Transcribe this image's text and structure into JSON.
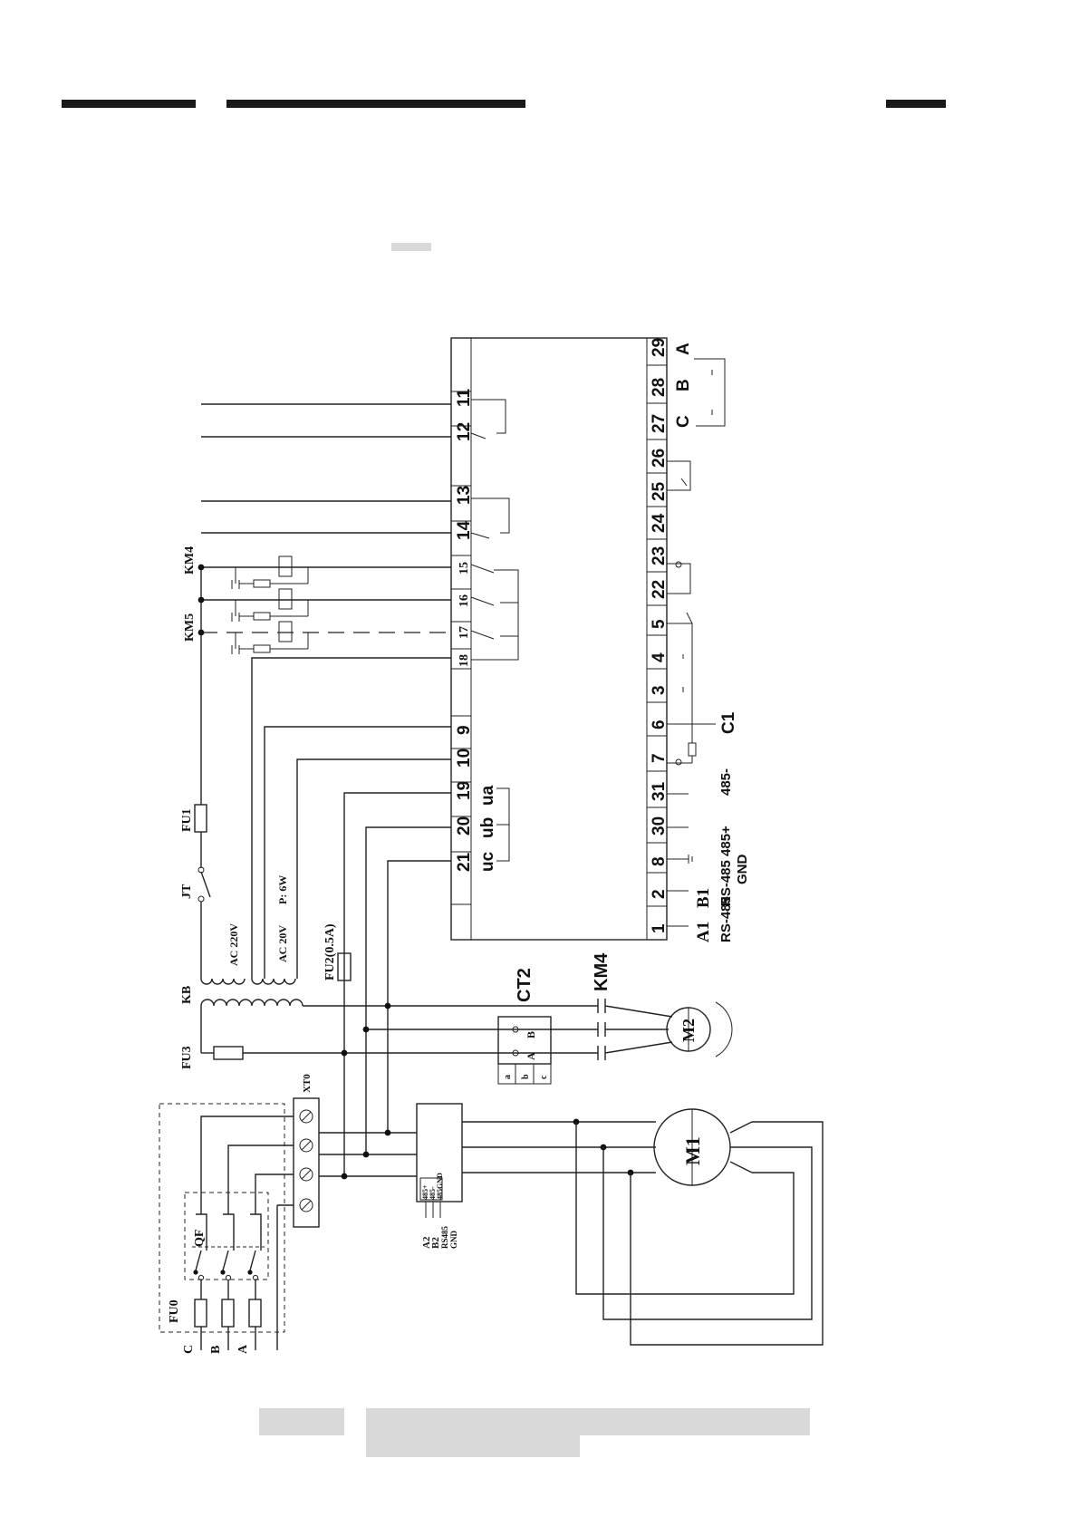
{
  "colors": {
    "line": "#222222",
    "header_bar": "#1a1a1a",
    "redaction": "#d9d9d9"
  },
  "device": {
    "top_terminals": [
      "29",
      "28",
      "27",
      "26",
      "25",
      "24",
      "23",
      "22",
      "5",
      "4",
      "3",
      "6",
      "7",
      "31",
      "30",
      "8",
      "2",
      "1"
    ],
    "top_labels": {
      "A": "A",
      "B": "B",
      "C": "C",
      "C1": "C1"
    },
    "bottom_labels": {
      "A1": "A1",
      "B1": "B1",
      "rs485_a": "RS-485",
      "rs485_b": "RS-485 485+",
      "gnd": "GND",
      "minus": "485-"
    },
    "left_terminals": [
      "11",
      "12",
      "13",
      "14",
      "15",
      "16",
      "17",
      "18",
      "9",
      "10",
      "19",
      "20",
      "21"
    ],
    "voltage_labels": [
      "ua",
      "ub",
      "uc"
    ]
  },
  "components": {
    "km4_top": "KM4",
    "km5": "KM5",
    "fu1": "FU1",
    "jt": "JT",
    "ac220": "AC 220V",
    "ac20": "AC 20V",
    "power": "P: 6W",
    "fu2": "FU2(0.5A)",
    "kb": "KB",
    "fu3": "FU3",
    "ct2": "CT2",
    "km4_motor": "KM4",
    "m2": "M2",
    "xt0": "XT0",
    "qf": "QF",
    "fu0": "FU0",
    "m1": "M1",
    "ct_abc": [
      "a",
      "b",
      "c"
    ],
    "ct_AB": [
      "A",
      "B"
    ],
    "module_pins": [
      "485+",
      "485-",
      "485GND"
    ],
    "module_labels": [
      "A2",
      "B2",
      "RS485",
      "GND"
    ],
    "phases": [
      "C",
      "B",
      "A"
    ]
  }
}
